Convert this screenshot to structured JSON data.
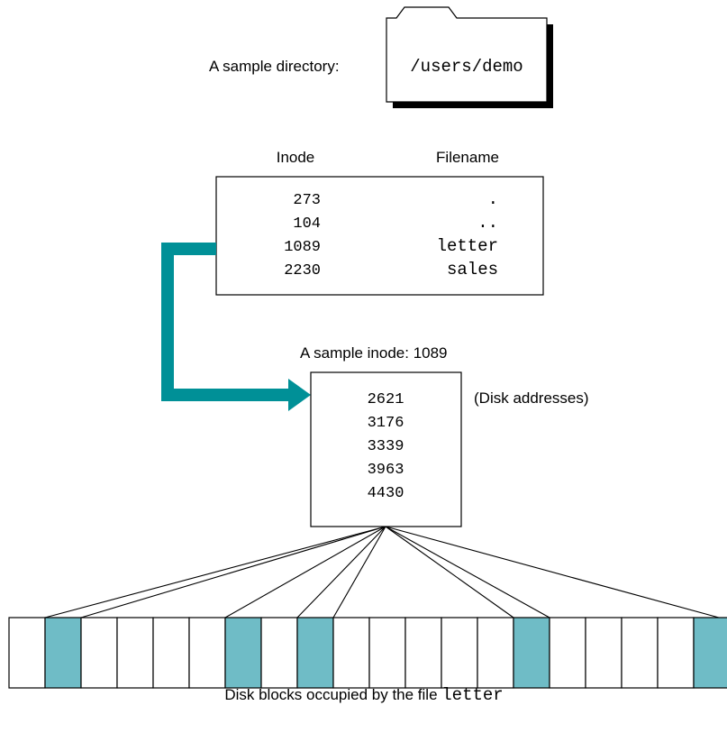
{
  "colors": {
    "teal": "#009097",
    "block_fill": "#6fbcc6",
    "line": "#000000",
    "shadow": "#000000"
  },
  "directory": {
    "label": "A sample directory:",
    "path": "/users/demo"
  },
  "dir_table": {
    "col_inode": "Inode",
    "col_filename": "Filename",
    "rows": [
      {
        "inode": "273",
        "name": "."
      },
      {
        "inode": "104",
        "name": ".."
      },
      {
        "inode": "1089",
        "name": "letter"
      },
      {
        "inode": "2230",
        "name": "sales"
      }
    ]
  },
  "inode": {
    "label": "A sample inode: 1089",
    "addresses": [
      "2621",
      "3176",
      "3339",
      "3963",
      "4430"
    ],
    "note": "(Disk addresses)"
  },
  "disk": {
    "block_count": 20,
    "occupied": [
      1,
      6,
      8,
      14,
      19
    ],
    "caption_text": "Disk blocks occupied by the file ",
    "caption_file": "letter"
  }
}
